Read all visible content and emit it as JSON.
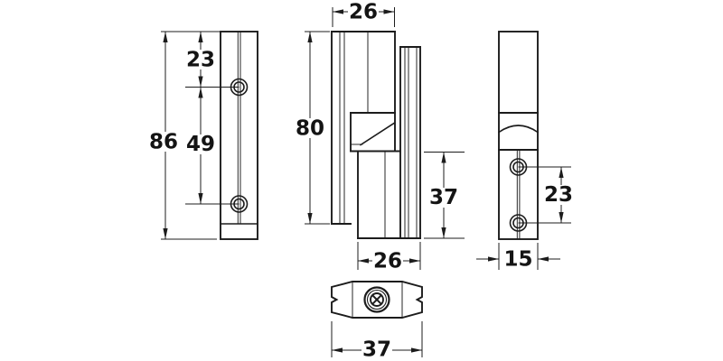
{
  "drawing": {
    "kind": "technical-drawing",
    "colors": {
      "line": "#1c1c1c",
      "background": "#ffffff"
    }
  },
  "views": {
    "front": {
      "dims": {
        "total_height": "86",
        "top_hole_offset": "23",
        "hole_spacing": "49"
      }
    },
    "side": {
      "dims": {
        "top_width": "26",
        "frame_height": "80",
        "leaf_height": "37",
        "bottom_width": "26"
      }
    },
    "back": {
      "dims": {
        "hole_spacing": "23",
        "depth": "15"
      }
    },
    "plan": {
      "dims": {
        "width": "37"
      }
    }
  }
}
